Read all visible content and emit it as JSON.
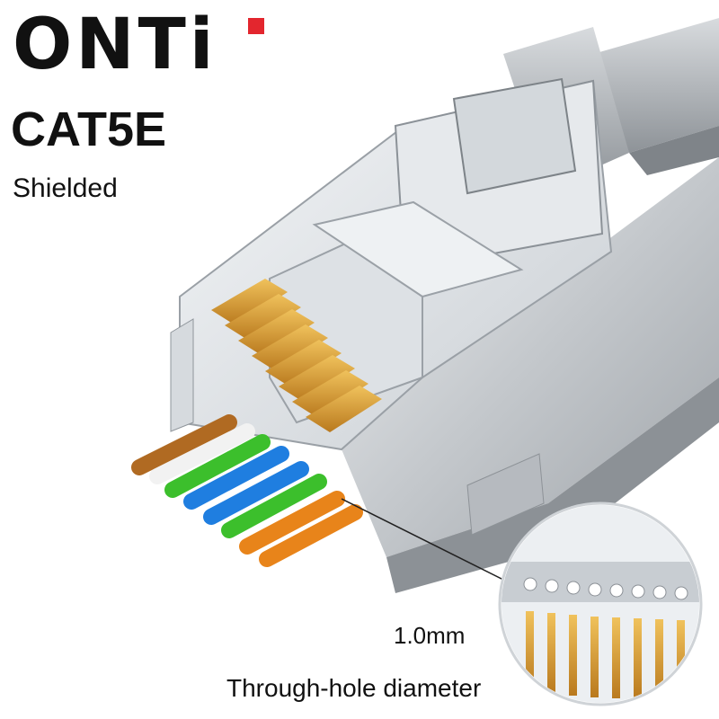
{
  "brand": {
    "name": "ONTi",
    "accent_color": "#e3262e"
  },
  "product": {
    "category": "CAT5E",
    "type": "Shielded"
  },
  "callout": {
    "value": "1.0mm",
    "label": "Through-hole diameter"
  },
  "colors": {
    "shield": "#c9ccd0",
    "contacts": "#d9a13b",
    "wire_orange": "#e8841a",
    "wire_green": "#3cbf2c",
    "wire_blue": "#1f7ee0",
    "wire_brown": "#b06a22"
  }
}
